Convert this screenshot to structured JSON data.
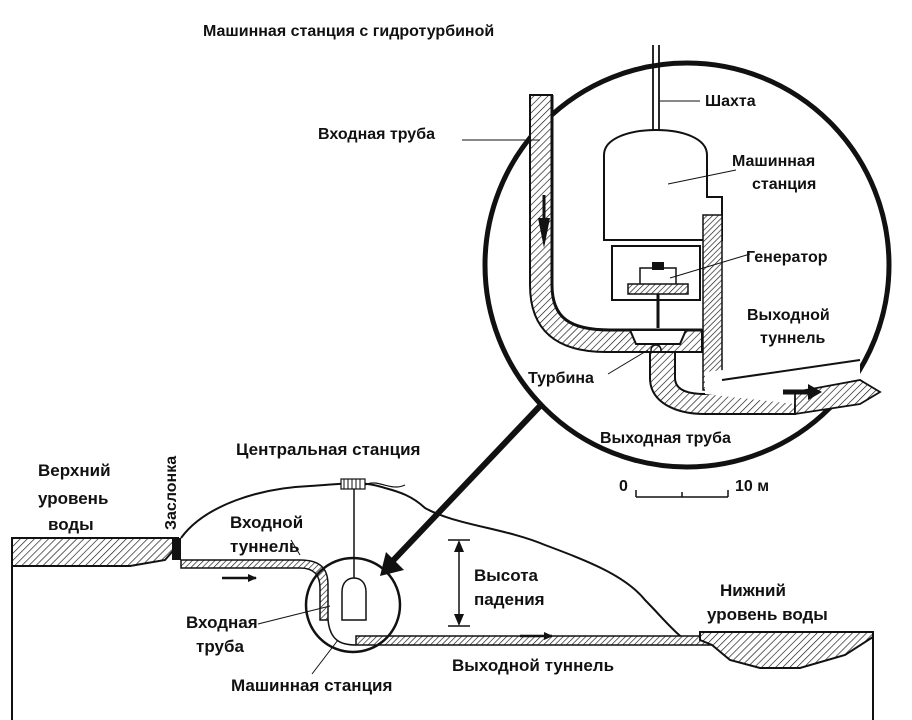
{
  "diagram": {
    "title": "Машинная станция с гидротурбиной",
    "inset_labels": {
      "shaft": "Шахта",
      "station_line1": "Машинная",
      "station_line2": "станция",
      "inlet_pipe": "Входная труба",
      "generator": "Генератор",
      "outlet_tunnel_line1": "Выходной",
      "outlet_tunnel_line2": "туннель",
      "turbine": "Турбина",
      "outlet_pipe": "Выходная труба"
    },
    "scale": {
      "zero": "0",
      "ten": "10 м"
    },
    "main_labels": {
      "central_station": "Центральная станция",
      "upper_level_line1": "Верхний",
      "upper_level_line2": "уровень",
      "upper_level_line3": "воды",
      "gate": "Заслонка",
      "inlet_tunnel_line1": "Входной",
      "inlet_tunnel_line2": "туннель",
      "head_line1": "Высота",
      "head_line2": "падения",
      "lower_level_line1": "Нижний",
      "lower_level_line2": "уровень воды",
      "inlet_pipe_line1": "Входная",
      "inlet_pipe_line2": "труба",
      "outlet_tunnel": "Выходной туннель",
      "machine_station": "Машинная станция"
    }
  }
}
